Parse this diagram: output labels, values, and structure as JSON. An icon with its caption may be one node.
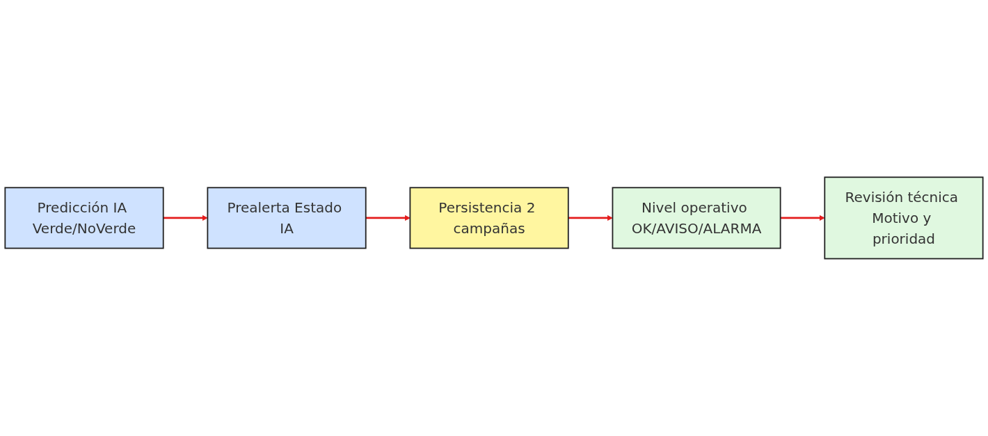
{
  "diagram": {
    "nodes": [
      {
        "text": [
          "Predicción IA Verde/NoVerde"
        ]
      },
      {
        "text": [
          "Prealerta Estado IA"
        ]
      },
      {
        "text": [
          "Persistencia 2 campañas"
        ]
      },
      {
        "text": [
          "Nivel operativo OK/AVISO/ALARMA"
        ]
      },
      {
        "text": [
          "Revisión técnica Motivo y prioridad"
        ]
      }
    ],
    "edges": [
      {
        "from": 0,
        "to": 1,
        "arrow": "to"
      },
      {
        "from": 1,
        "to": 2,
        "arrow": "to"
      },
      {
        "from": 2,
        "to": 3,
        "arrow": "to"
      },
      {
        "from": 3,
        "to": 4,
        "arrow": "to"
      }
    ]
  }
}
